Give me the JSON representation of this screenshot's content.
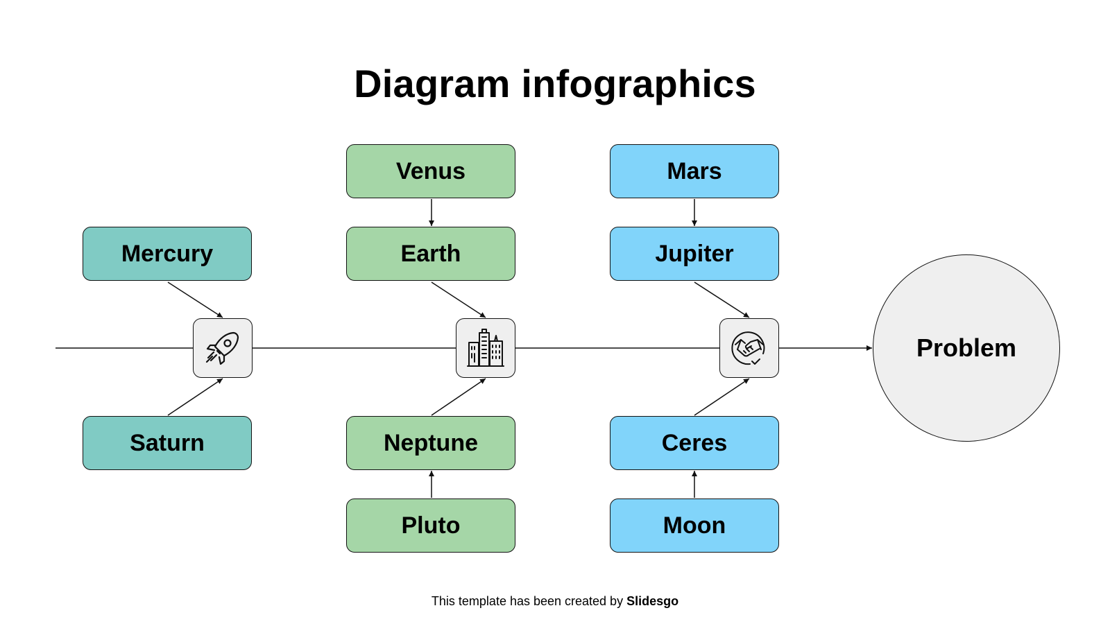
{
  "title": "Diagram infographics",
  "nodes": {
    "mercury": "Mercury",
    "saturn": "Saturn",
    "venus": "Venus",
    "earth": "Earth",
    "neptune": "Neptune",
    "pluto": "Pluto",
    "mars": "Mars",
    "jupiter": "Jupiter",
    "ceres": "Ceres",
    "moon": "Moon",
    "problem": "Problem"
  },
  "icons": [
    "rocket-icon",
    "buildings-icon",
    "handshake-icon"
  ],
  "colors": {
    "teal": "#80cbc4",
    "green": "#a5d6a7",
    "blue": "#81d4fa",
    "icon_bg": "#efefef",
    "problem_bg": "#efefef"
  },
  "footer": {
    "prefix": "This template has been created by ",
    "brand": "Slidesgo"
  }
}
